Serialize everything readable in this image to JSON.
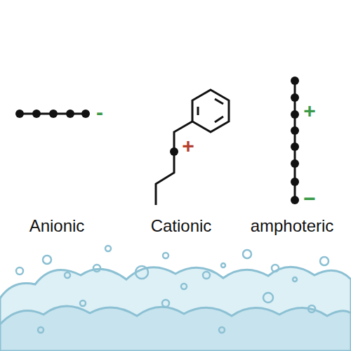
{
  "diagram": {
    "labels": [
      "-",
      "Anionic",
      "+",
      "Cationic",
      "+",
      "−",
      "amphoteric"
    ]
  }
}
